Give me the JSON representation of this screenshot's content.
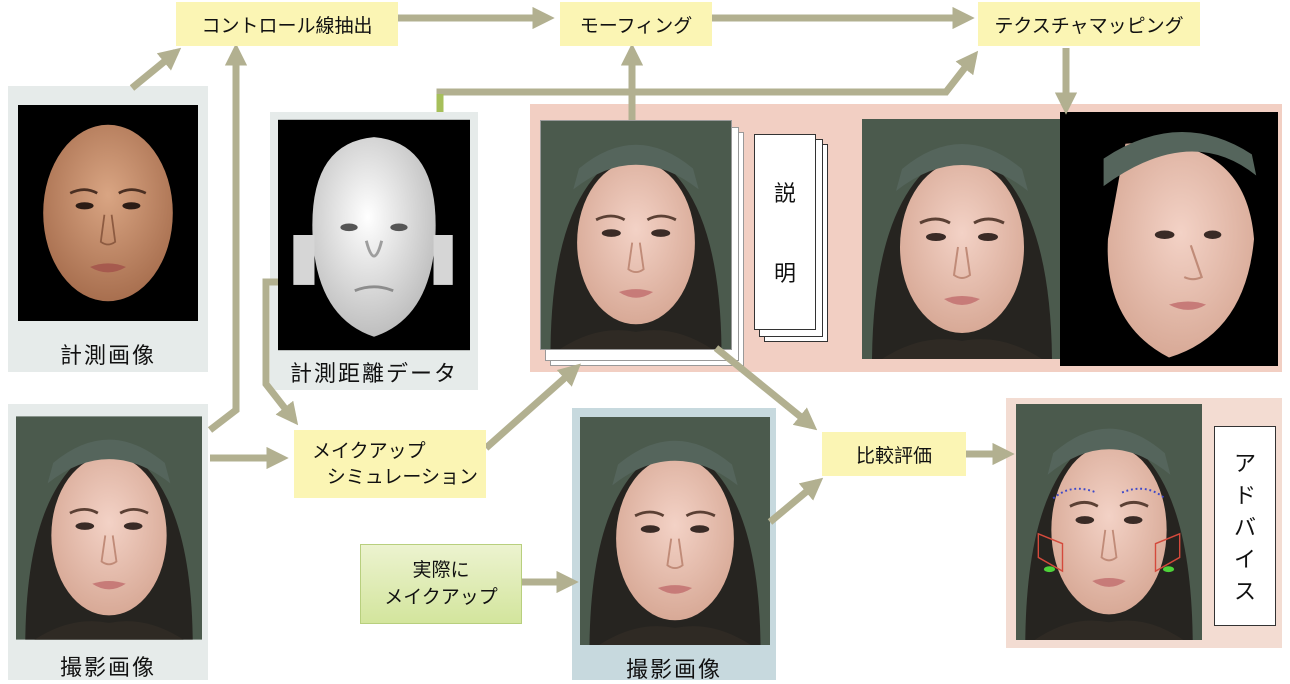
{
  "steps": {
    "control_line_extraction": "コントロール線抽出",
    "morphing": "モーフィング",
    "texture_mapping": "テクスチャマッピング",
    "makeup_simulation_line1": "メイクアップ",
    "makeup_simulation_line2": "シミュレーション",
    "comparison_evaluation": "比較評価",
    "actual_makeup_line1": "実際に",
    "actual_makeup_line2": "メイクアップ"
  },
  "captions": {
    "measured_image": "計測画像",
    "measured_distance_data": "計測距離データ",
    "captured_image_left": "撮影画像",
    "captured_image_center": "撮影画像"
  },
  "notes": {
    "explanation_char1": "説",
    "explanation_char2": "明",
    "advice": [
      "ア",
      "ド",
      "バ",
      "イ",
      "ス"
    ]
  },
  "colors": {
    "arrow": "#b2b090",
    "arrow_green": "#a6bf5a",
    "step_box": "#fbf5b4",
    "panel_grey": "#e6ebea",
    "panel_blue": "#c7d9de",
    "panel_pink": "#f2cfc3"
  }
}
